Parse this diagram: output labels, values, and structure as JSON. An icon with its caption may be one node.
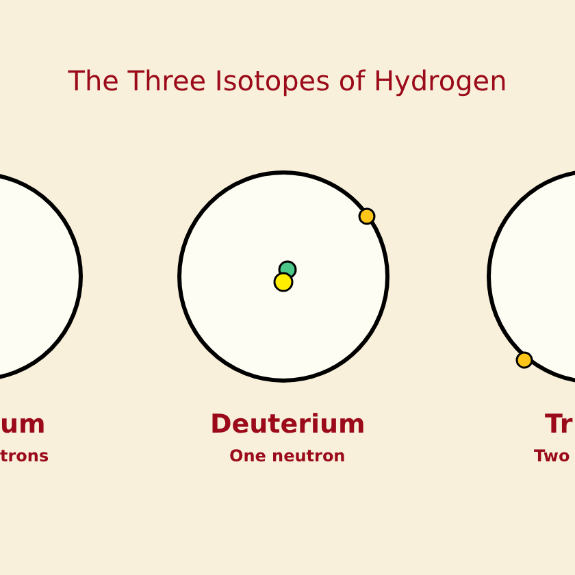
{
  "diagram": {
    "title": "The Three Isotopes of Hydrogen",
    "labels": [
      "um",
      "Deuterium",
      "Tr",
      "trons",
      "One neutron",
      "Two"
    ]
  }
}
